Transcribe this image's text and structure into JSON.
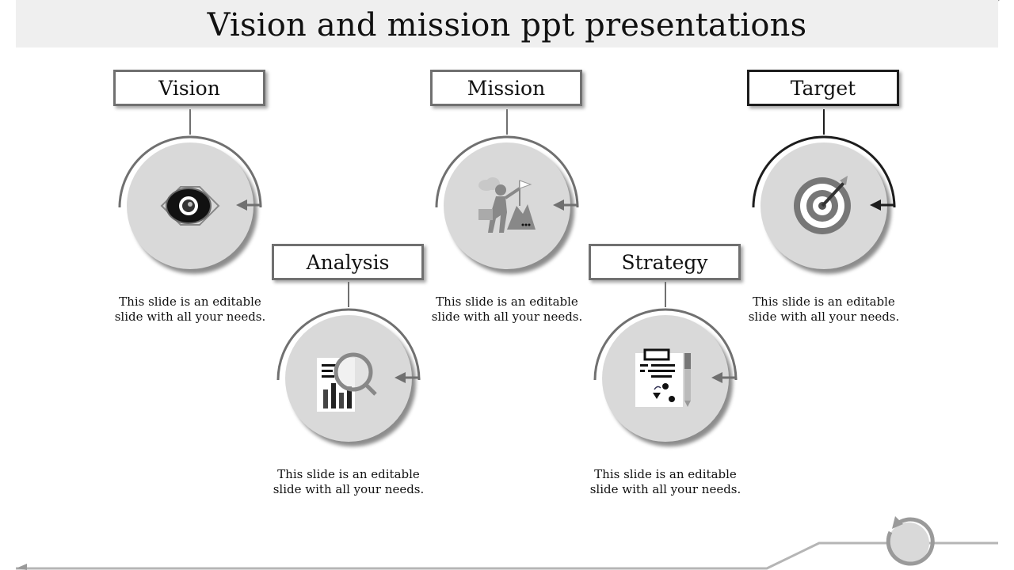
{
  "title": "Vision and mission ppt presentations",
  "items": [
    {
      "label": "Vision",
      "description": "This slide is an editable slide with all your needs.",
      "icon": "eye-icon"
    },
    {
      "label": "Analysis",
      "description": "This slide is an editable slide with all your needs.",
      "icon": "magnifier-chart-icon"
    },
    {
      "label": "Mission",
      "description": "This slide is an editable slide with all your needs.",
      "icon": "climber-flag-icon"
    },
    {
      "label": "Strategy",
      "description": "This slide is an editable slide with all your needs.",
      "icon": "strategy-document-icon"
    },
    {
      "label": "Target",
      "description": "This slide is an editable slide with all your needs.",
      "icon": "target-arrow-icon"
    }
  ],
  "footer": {
    "icon": "replay-icon"
  },
  "colors": {
    "band": "#efefef",
    "circle": "#d9d9d9",
    "line": "#707070",
    "dark": "#1d1d1d"
  }
}
